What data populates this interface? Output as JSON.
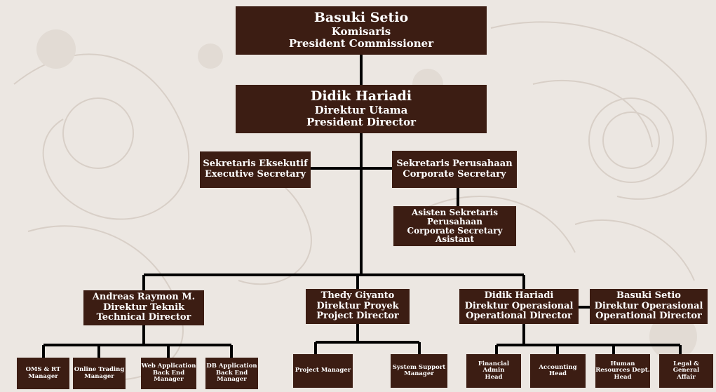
{
  "chart": {
    "president_commissioner": {
      "name": "Basuki Setio",
      "title_id": "Komisaris",
      "title_en": "President Commissioner"
    },
    "president_director": {
      "name": "Didik Hariadi",
      "title_id": "Direktur Utama",
      "title_en": "President Director"
    },
    "executive_secretary": {
      "line1": "Sekretaris Eksekutif",
      "line2": "Executive Secretary"
    },
    "corporate_secretary": {
      "line1": "Sekretaris Perusahaan",
      "line2": "Corporate Secretary"
    },
    "corporate_secretary_assistant": {
      "line1": "Asisten Sekretaris",
      "line2": "Perusahaan",
      "line3": "Corporate Secretary",
      "line4": "Asistant"
    },
    "technical_director": {
      "name": "Andreas Raymon M.",
      "title_id": "Direktur Teknik",
      "title_en": "Technical Director"
    },
    "project_director": {
      "name": "Thedy Giyanto",
      "title_id": "Direktur Proyek",
      "title_en": "Project Director"
    },
    "operational_director_1": {
      "name": "Didik Hariadi",
      "title_id": "Direktur Operasional",
      "title_en": "Operational Director"
    },
    "operational_director_2": {
      "name": "Basuki Setio",
      "title_id": "Direktur Operasional",
      "title_en": "Operational Director"
    },
    "units": {
      "oms_rt": {
        "line1": "OMS & RT",
        "line2": "Manager"
      },
      "online_trading": {
        "line1": "Online Trading",
        "line2": "Manager"
      },
      "web_app": {
        "line1": "Web Application",
        "line2": "Back End",
        "line3": "Manager"
      },
      "db_app": {
        "line1": "DB Application",
        "line2": "Back End",
        "line3": "Manager"
      },
      "project_manager": {
        "line1": "Project Manager"
      },
      "system_support": {
        "line1": "System Support",
        "line2": "Manager"
      },
      "financial_admin": {
        "line1": "Financial Admin",
        "line2": "Head"
      },
      "accounting": {
        "line1": "Accounting Head"
      },
      "hr": {
        "line1": "Human",
        "line2": "Resources Dept.",
        "line3": "Head"
      },
      "legal": {
        "line1": "Legal & General",
        "line2": "Affair"
      }
    }
  }
}
